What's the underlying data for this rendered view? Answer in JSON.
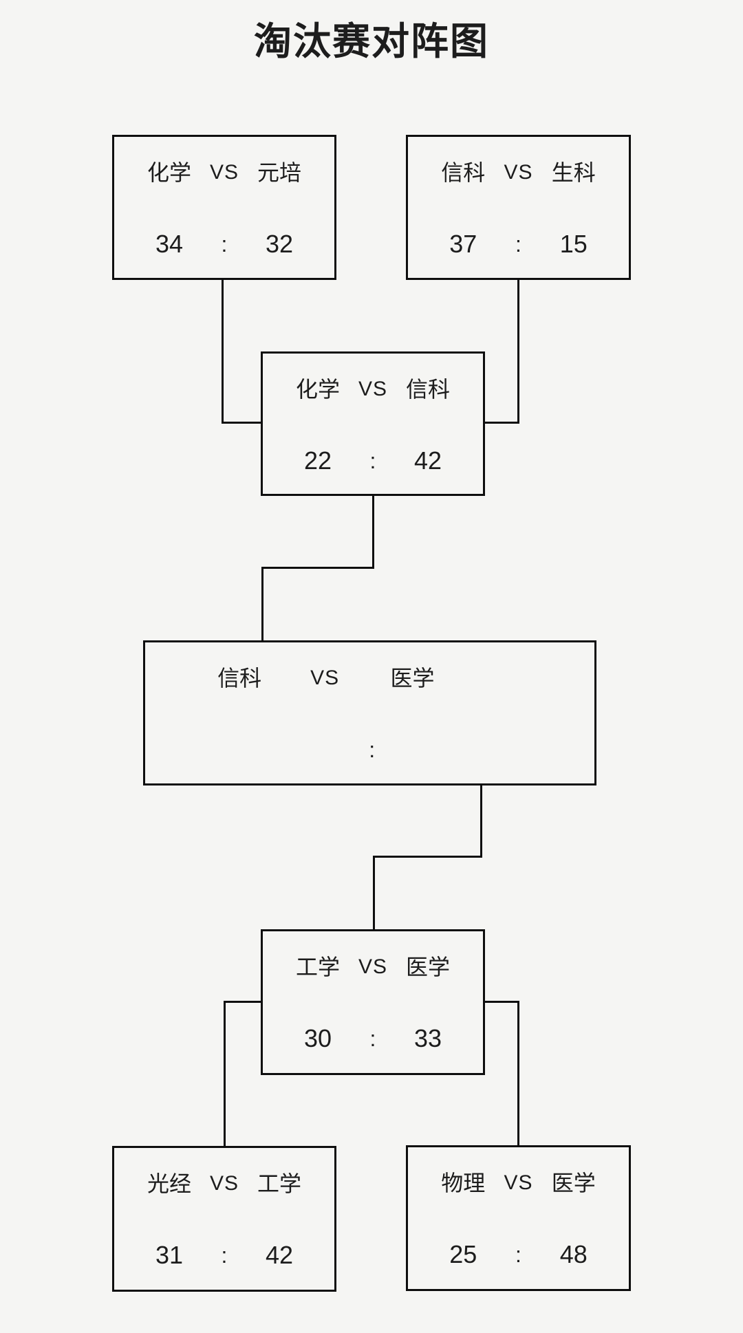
{
  "title": "淘汰赛对阵图",
  "labels": {
    "vs": "VS",
    "colon": ":"
  },
  "matches": [
    {
      "name": "quarterfinal-top-left",
      "team_a": "化学",
      "team_b": "元培",
      "score_a": "34",
      "score_b": "32"
    },
    {
      "name": "quarterfinal-top-right",
      "team_a": "信科",
      "team_b": "生科",
      "score_a": "37",
      "score_b": "15"
    },
    {
      "name": "semifinal-upper",
      "team_a": "化学",
      "team_b": "信科",
      "score_a": "22",
      "score_b": "42"
    },
    {
      "name": "final",
      "team_a": "信科",
      "team_b": "医学",
      "score_a": "",
      "score_b": ""
    },
    {
      "name": "semifinal-lower",
      "team_a": "工学",
      "team_b": "医学",
      "score_a": "30",
      "score_b": "33"
    },
    {
      "name": "quarterfinal-bottom-left",
      "team_a": "光经",
      "team_b": "工学",
      "score_a": "31",
      "score_b": "42"
    },
    {
      "name": "quarterfinal-bottom-right",
      "team_a": "物理",
      "team_b": "医学",
      "score_a": "25",
      "score_b": "48"
    }
  ],
  "colors": {
    "background": "#f5f5f3",
    "line": "#0e0e0e",
    "text": "#1c1c1c"
  }
}
